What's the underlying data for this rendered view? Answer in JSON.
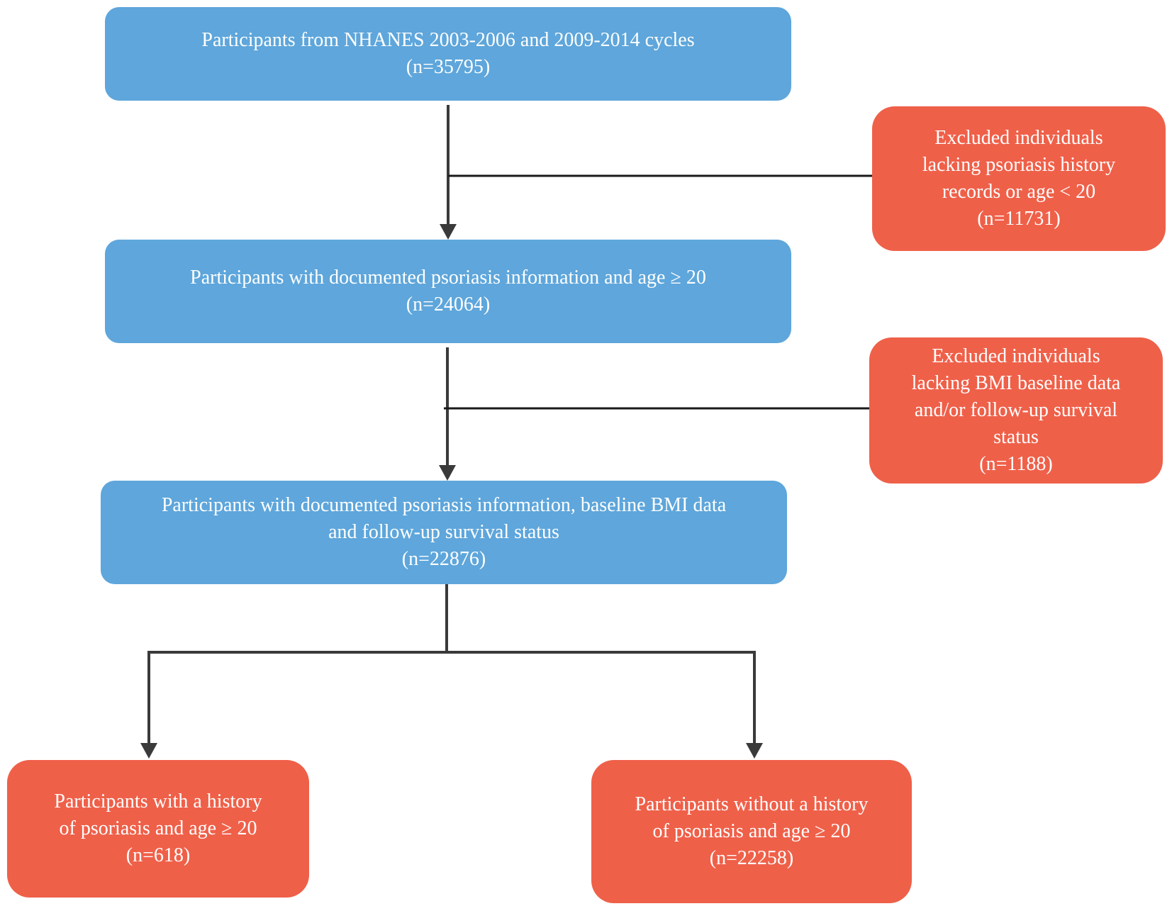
{
  "colors": {
    "inclusion_box": "#5ea6db",
    "exclusion_box": "#ef6049",
    "text": "#ffffff",
    "connector": "#3a3a3a"
  },
  "boxes": {
    "start": {
      "lines": [
        "Participants from NHANES 2003-2006 and 2009-2014 cycles",
        "(n=35795)"
      ]
    },
    "exclusion_1": {
      "lines": [
        "Excluded individuals",
        "lacking psoriasis history",
        "records or age < 20",
        "(n=11731)"
      ]
    },
    "step_2": {
      "lines": [
        "Participants with documented psoriasis information and age ≥ 20",
        "(n=24064)"
      ]
    },
    "exclusion_2": {
      "lines": [
        "Excluded individuals",
        "lacking BMI baseline data",
        "and/or follow-up survival",
        "status",
        "(n=1188)"
      ]
    },
    "step_3": {
      "lines": [
        "Participants with documented psoriasis information, baseline BMI data",
        "and follow-up survival status",
        "(n=22876)"
      ]
    },
    "with_psoriasis": {
      "lines": [
        "Participants with a history",
        "of psoriasis and age ≥ 20",
        "(n=618)"
      ]
    },
    "without_psoriasis": {
      "lines": [
        "Participants without a history",
        "of  psoriasis and age ≥ 20",
        "(n=22258)"
      ]
    }
  }
}
